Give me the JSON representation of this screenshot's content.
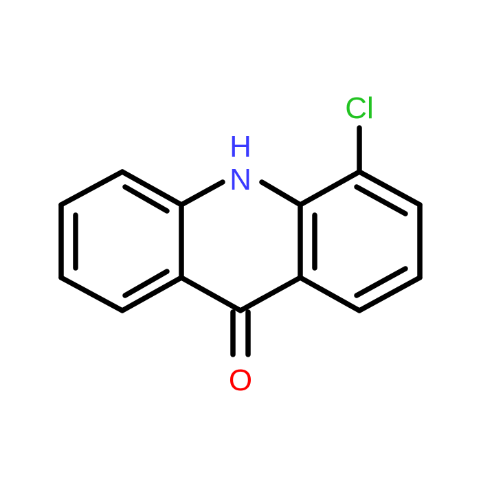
{
  "molecule": {
    "atoms": [
      {
        "id": "N",
        "label": "H",
        "sublabel": "N",
        "color": "#3a3aff"
      },
      {
        "id": "O",
        "label": "O",
        "color": "#ff0000"
      },
      {
        "id": "Cl",
        "label": "Cl",
        "color": "#22c322"
      }
    ],
    "bond_color": "#000000",
    "background": "#ffffff"
  }
}
